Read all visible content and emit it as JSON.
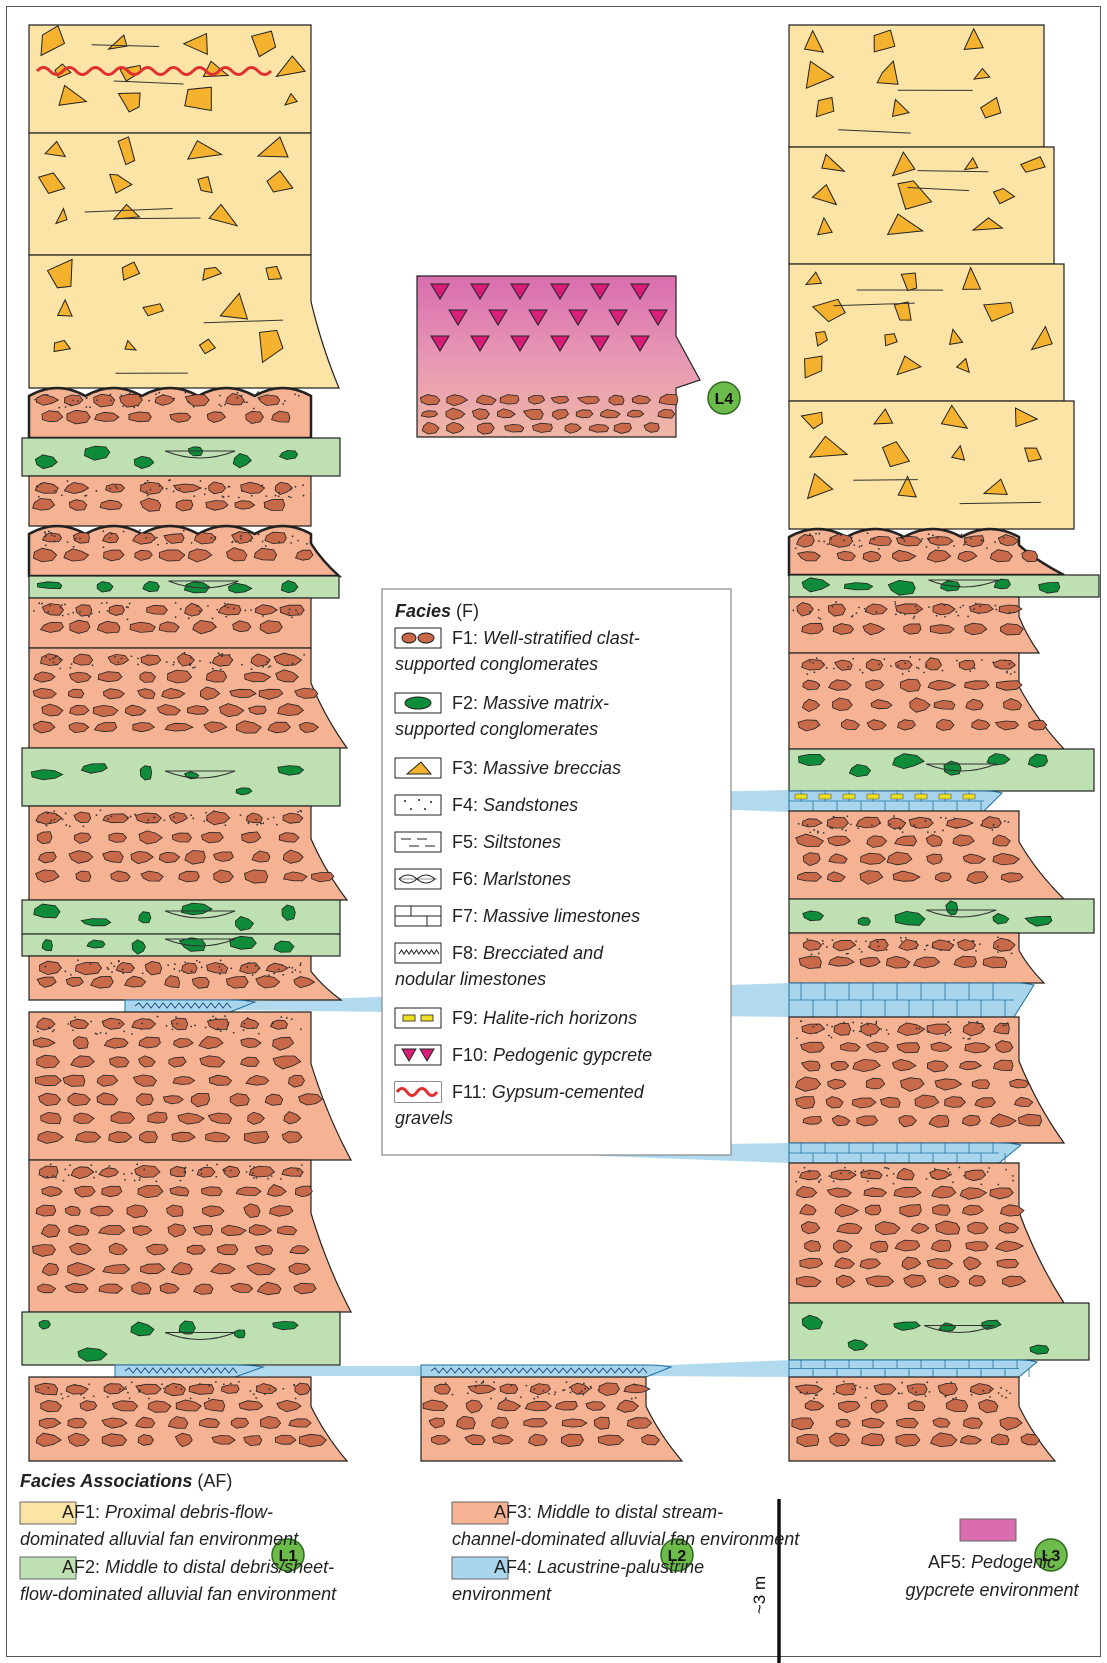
{
  "colors": {
    "af1": "#FCE3A6",
    "af2": "#BFE0B3",
    "af3": "#F5B394",
    "af4": "#A9D6EC",
    "af5_top": "#D96DB0",
    "af5_bottom": "#F0B7A4",
    "clast_af3": "#C8694A",
    "clast_af2": "#0E8C3A",
    "clast_af1": "#F5B22E",
    "gypcrete": "#D81E78",
    "halite": "#F0E020",
    "gypsum_wave": "#E03030",
    "correlation": "#A9D6EC",
    "locality_badge": "#6DBB4A"
  },
  "localities": {
    "l1": "L1",
    "l2": "L2",
    "l3": "L3",
    "l4": "L4"
  },
  "scale_bar": {
    "label": "~3 m"
  },
  "facies_legend": {
    "title": "Facies",
    "title_suffix": " (F)",
    "items": [
      {
        "code": "F1:",
        "line1": "Well-stratified clast-",
        "line2": "supported conglomerates",
        "icon": "clast-icon"
      },
      {
        "code": "F2:",
        "line1": "Massive matrix-",
        "line2": "supported conglomerates",
        "icon": "matrix-clast-icon"
      },
      {
        "code": "F3:",
        "line1": "Massive breccias",
        "line2": "",
        "icon": "breccia-icon"
      },
      {
        "code": "F4:",
        "line1": "Sandstones",
        "line2": "",
        "icon": "dots-icon"
      },
      {
        "code": "F5:",
        "line1": "Siltstones",
        "line2": "",
        "icon": "dashes-icon"
      },
      {
        "code": "F6:",
        "line1": "Marlstones",
        "line2": "",
        "icon": "ellipses-icon"
      },
      {
        "code": "F7:",
        "line1": "Massive limestones",
        "line2": "",
        "icon": "brick-icon"
      },
      {
        "code": "F8:",
        "line1": "Brecciated and",
        "line2": "nodular limestones",
        "icon": "zigzag-icon"
      },
      {
        "code": "F9:",
        "line1": "Halite-rich horizons",
        "line2": "",
        "icon": "halite-icon"
      },
      {
        "code": "F10:",
        "line1": "Pedogenic gypcrete",
        "line2": "",
        "icon": "gypcrete-icon"
      },
      {
        "code": "F11:",
        "line1": "Gypsum-cemented",
        "line2": "gravels",
        "icon": "wave-icon"
      }
    ]
  },
  "af_legend": {
    "title": "Facies Associations",
    "title_suffix": " (AF)",
    "items": [
      {
        "code": "AF1:",
        "line1": "Proximal debris-flow-",
        "line2": "dominated alluvial fan environment"
      },
      {
        "code": "AF2:",
        "line1": "Middle to distal debris/sheet-",
        "line2": "flow-dominated alluvial fan environment"
      },
      {
        "code": "AF3:",
        "line1": "Middle to distal stream-",
        "line2": "channel-dominated alluvial fan environment"
      },
      {
        "code": "AF4:",
        "line1": "Lacustrine-palustrine",
        "line2": "environment"
      },
      {
        "code": "AF5:",
        "line1": "Pedogenic",
        "line2": "gypcrete environment"
      }
    ]
  }
}
